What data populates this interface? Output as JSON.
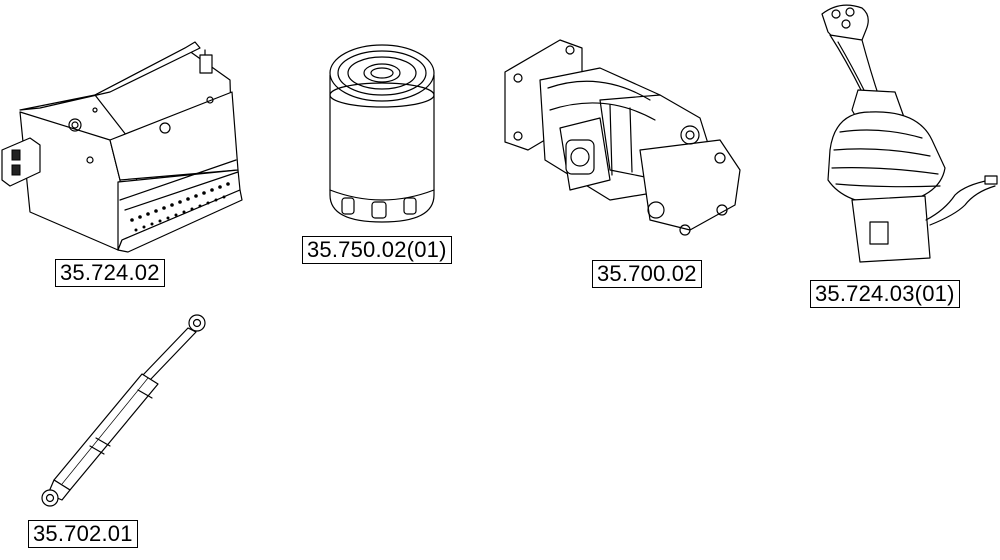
{
  "parts": [
    {
      "id": "frame",
      "code": "35.724.02"
    },
    {
      "id": "filter",
      "code": "35.750.02(01)"
    },
    {
      "id": "pump",
      "code": "35.700.02"
    },
    {
      "id": "joystick",
      "code": "35.724.03(01)"
    },
    {
      "id": "gas-spring",
      "code": "35.702.01"
    }
  ]
}
